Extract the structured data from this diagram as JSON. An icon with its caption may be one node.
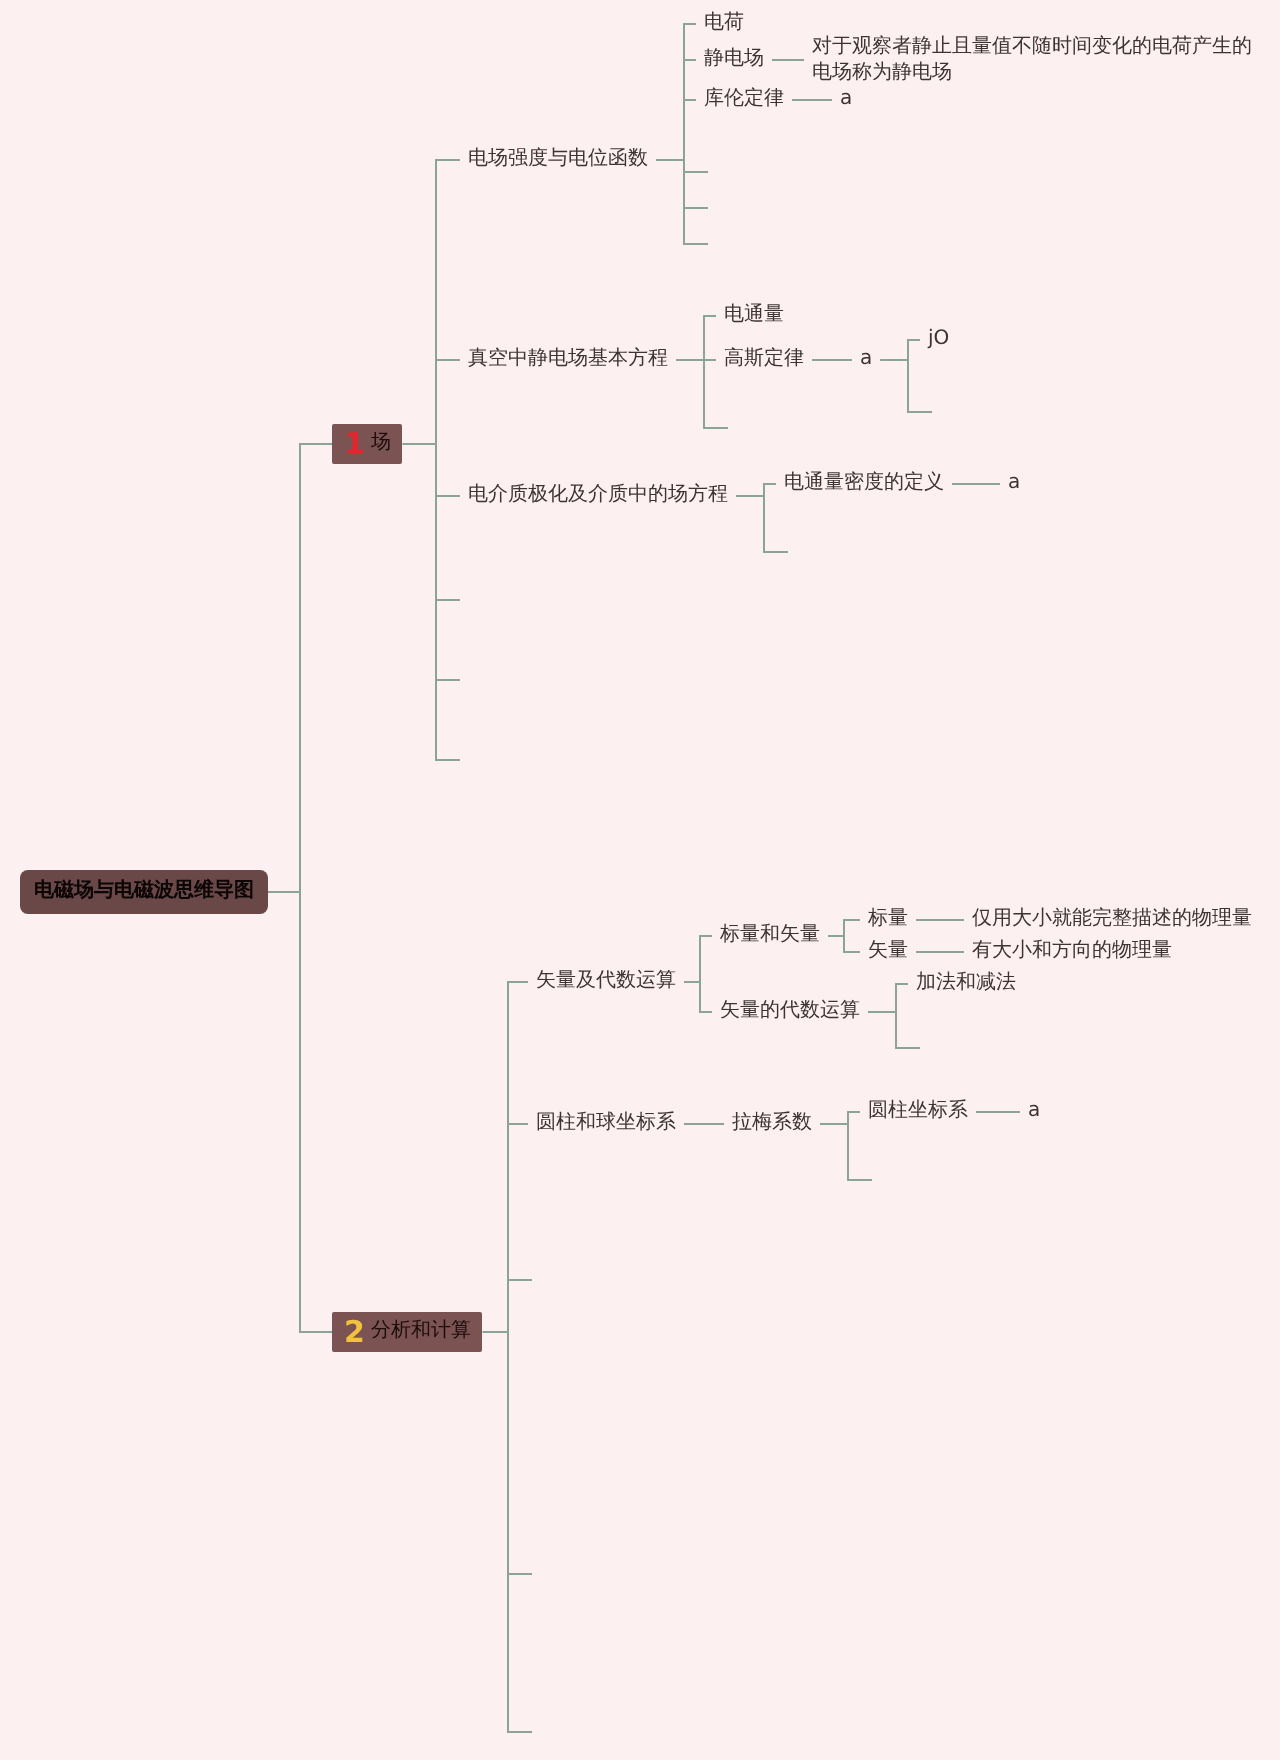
{
  "diagram": {
    "nodes": [
      {
        "text": [
          "电磁场与电磁波思维导图"
        ]
      },
      {
        "text": [
          "1",
          "场"
        ]
      },
      {
        "text": [
          "电场强度与电位函数"
        ]
      },
      {
        "text": [
          "电荷"
        ]
      },
      {
        "text": [
          "静电场"
        ]
      },
      {
        "text": [
          "对于观察者静止且量值不随时间变化的电荷产生的电场称为静电场"
        ]
      },
      {
        "text": [
          "库伦定律"
        ]
      },
      {
        "text": [
          "a"
        ]
      },
      {
        "text": [
          "真空中静电场基本方程"
        ]
      },
      {
        "text": [
          "电通量"
        ]
      },
      {
        "text": [
          "高斯定律"
        ]
      },
      {
        "text": [
          "a"
        ]
      },
      {
        "text": [
          "jO"
        ]
      },
      {
        "text": [
          "电介质极化及介质中的场方程"
        ]
      },
      {
        "text": [
          "电通量密度的定义"
        ]
      },
      {
        "text": [
          "a"
        ]
      },
      {
        "text": [
          "2",
          "分析和计算"
        ]
      },
      {
        "text": [
          "矢量及代数运算"
        ]
      },
      {
        "text": [
          "标量和矢量"
        ]
      },
      {
        "text": [
          "标量"
        ]
      },
      {
        "text": [
          "仅用大小就能完整描述的物理量"
        ]
      },
      {
        "text": [
          "矢量"
        ]
      },
      {
        "text": [
          "有大小和方向的物理量"
        ]
      },
      {
        "text": [
          "矢量的代数运算"
        ]
      },
      {
        "text": [
          "加法和减法"
        ]
      },
      {
        "text": [
          "圆柱和球坐标系"
        ]
      },
      {
        "text": [
          "拉梅系数"
        ]
      },
      {
        "text": [
          "圆柱坐标系"
        ]
      },
      {
        "text": [
          "a"
        ]
      }
    ],
    "edges": [
      {
        "from": 0,
        "to": 1,
        "arrow": "none"
      },
      {
        "from": 0,
        "to": 16,
        "arrow": "none"
      },
      {
        "from": 1,
        "to": 2,
        "arrow": "none"
      },
      {
        "from": 1,
        "to": 8,
        "arrow": "none"
      },
      {
        "from": 1,
        "to": 13,
        "arrow": "none"
      },
      {
        "from": 1,
        "to": null,
        "arrow": "none"
      },
      {
        "from": 1,
        "to": null,
        "arrow": "none"
      },
      {
        "from": 1,
        "to": null,
        "arrow": "none"
      },
      {
        "from": 2,
        "to": 3,
        "arrow": "none"
      },
      {
        "from": 2,
        "to": 4,
        "arrow": "none"
      },
      {
        "from": 2,
        "to": 6,
        "arrow": "none"
      },
      {
        "from": 2,
        "to": null,
        "arrow": "none"
      },
      {
        "from": 2,
        "to": null,
        "arrow": "none"
      },
      {
        "from": 2,
        "to": null,
        "arrow": "none"
      },
      {
        "from": 4,
        "to": 5,
        "arrow": "none"
      },
      {
        "from": 6,
        "to": 7,
        "arrow": "none"
      },
      {
        "from": 8,
        "to": 9,
        "arrow": "none"
      },
      {
        "from": 8,
        "to": 10,
        "arrow": "none"
      },
      {
        "from": 8,
        "to": null,
        "arrow": "none"
      },
      {
        "from": 10,
        "to": 11,
        "arrow": "none"
      },
      {
        "from": 11,
        "to": 12,
        "arrow": "none"
      },
      {
        "from": 11,
        "to": null,
        "arrow": "none"
      },
      {
        "from": 13,
        "to": 14,
        "arrow": "none"
      },
      {
        "from": 13,
        "to": null,
        "arrow": "none"
      },
      {
        "from": 14,
        "to": 15,
        "arrow": "none"
      },
      {
        "from": 16,
        "to": 17,
        "arrow": "none"
      },
      {
        "from": 16,
        "to": 25,
        "arrow": "none"
      },
      {
        "from": 16,
        "to": null,
        "arrow": "none"
      },
      {
        "from": 16,
        "to": null,
        "arrow": "none"
      },
      {
        "from": 16,
        "to": null,
        "arrow": "none"
      },
      {
        "from": 17,
        "to": 18,
        "arrow": "none"
      },
      {
        "from": 17,
        "to": 23,
        "arrow": "none"
      },
      {
        "from": 18,
        "to": 19,
        "arrow": "none"
      },
      {
        "from": 18,
        "to": 21,
        "arrow": "none"
      },
      {
        "from": 19,
        "to": 20,
        "arrow": "none"
      },
      {
        "from": 21,
        "to": 22,
        "arrow": "none"
      },
      {
        "from": 23,
        "to": 24,
        "arrow": "none"
      },
      {
        "from": 23,
        "to": null,
        "arrow": "none"
      },
      {
        "from": 25,
        "to": 26,
        "arrow": "none"
      },
      {
        "from": 26,
        "to": 27,
        "arrow": "none"
      },
      {
        "from": 26,
        "to": null,
        "arrow": "none"
      },
      {
        "from": 27,
        "to": 28,
        "arrow": "none"
      }
    ]
  }
}
